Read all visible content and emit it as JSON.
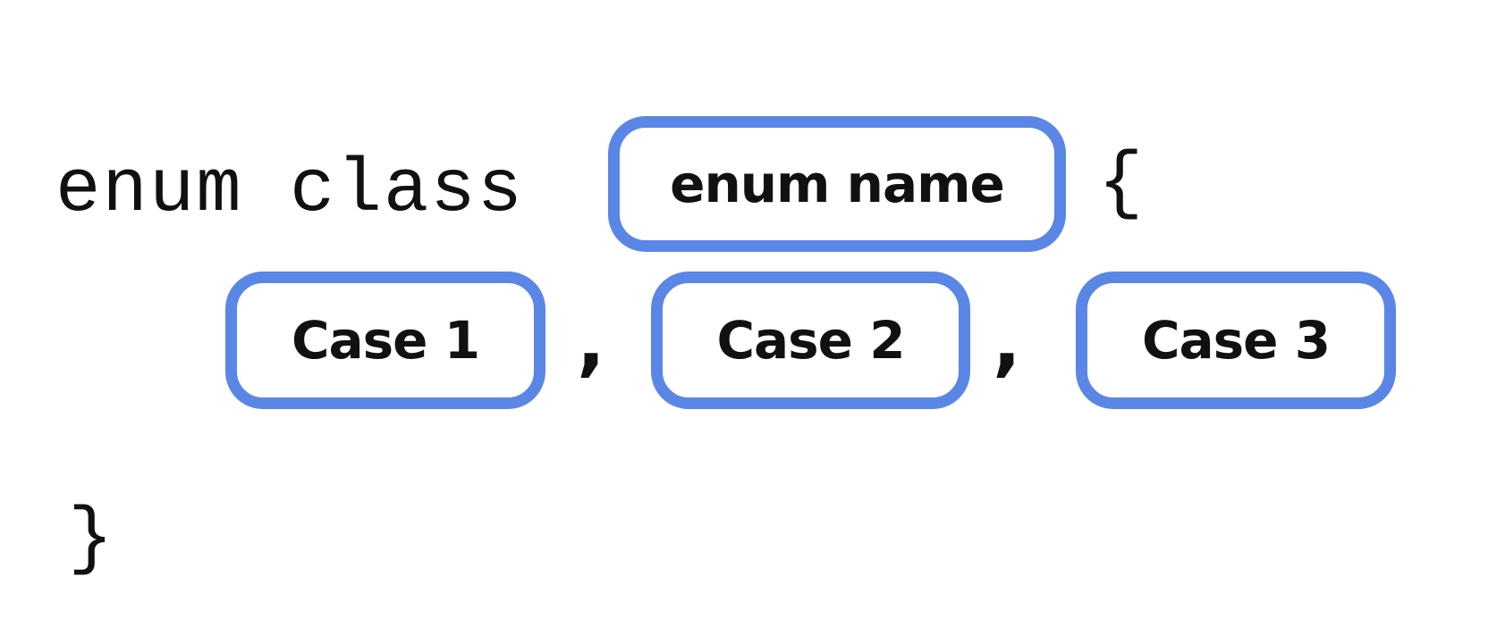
{
  "code": {
    "keyword": "enum class",
    "open_brace": "{",
    "close_brace": "}",
    "separator": ","
  },
  "placeholders": {
    "enum_name": "enum name",
    "cases": [
      "Case 1",
      "Case 2",
      "Case 3"
    ]
  },
  "colors": {
    "box_border": "#5a86e6",
    "text": "#111111",
    "background": "#ffffff"
  }
}
